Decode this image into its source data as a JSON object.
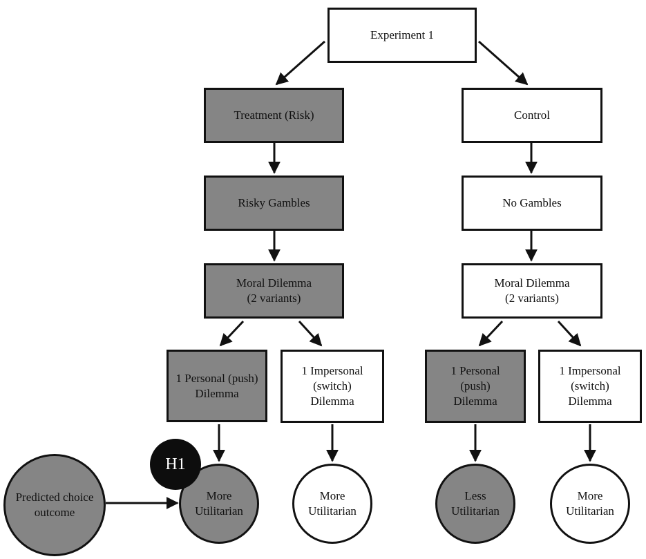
{
  "colors": {
    "treatment_fill": "#858585",
    "control_fill": "#ffffff",
    "border": "#111111",
    "badge": "#0d0d0d"
  },
  "nodes": {
    "experiment": "Experiment 1",
    "treatment": "Treatment (Risk)",
    "control": "Control",
    "risky_gambles": "Risky Gambles",
    "no_gambles": "No Gambles",
    "moral_dilemma_treatment": "Moral Dilemma\n(2 variants)",
    "moral_dilemma_control": "Moral Dilemma\n(2 variants)",
    "treatment_personal": "1 Personal (push)\nDilemma",
    "treatment_impersonal": "1 Impersonal\n(switch)\nDilemma",
    "control_personal": "1 Personal\n(push)\nDilemma",
    "control_impersonal": "1 Impersonal\n(switch)\nDilemma",
    "outcome_treatment_personal": "More\nUtilitarian",
    "outcome_treatment_impersonal": "More\nUtilitarian",
    "outcome_control_personal": "Less\nUtilitarian",
    "outcome_control_impersonal": "More\nUtilitarian",
    "predicted_choice": "Predicted choice\noutcome",
    "hypothesis": "H1"
  }
}
